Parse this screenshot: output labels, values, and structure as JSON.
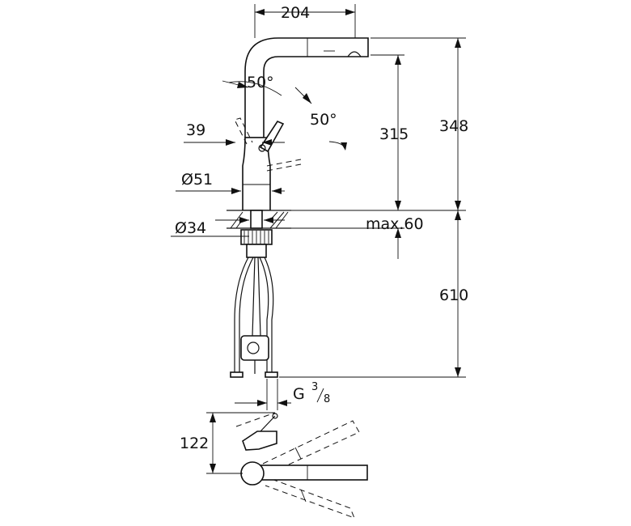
{
  "drawing": {
    "top_view": {
      "width_label": "204",
      "height_total_label": "348",
      "height_spout_label": "315",
      "spout_angle_label": "50°",
      "lever_angle_label": "50°",
      "lever_offset_label": "39",
      "body_diameter_label": "Ø51",
      "shank_diameter_label": "Ø34",
      "deck_thickness_label": "max.60",
      "below_deck_label": "610",
      "thread_label": "G",
      "thread_numerator": "3",
      "thread_denominator": "8"
    },
    "plan_view": {
      "depth_label": "122"
    }
  },
  "colors": {
    "line": "#111111",
    "background": "#ffffff"
  }
}
